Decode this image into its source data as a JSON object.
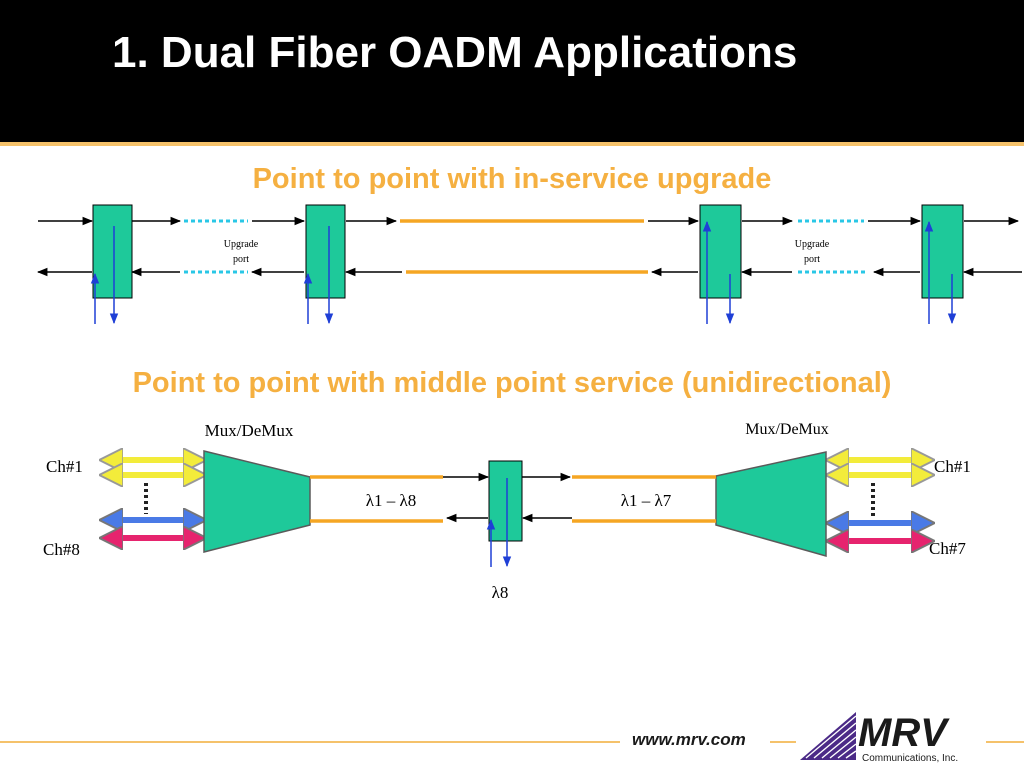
{
  "slide": {
    "title": "1.  Dual Fiber OADM Applications"
  },
  "section1": {
    "title": "Point to point with in-service upgrade",
    "upgrade_port_label_left": [
      "Upgrade",
      "port"
    ],
    "upgrade_port_label_right": [
      "Upgrade",
      "port"
    ]
  },
  "section2": {
    "title": "Point to point with middle point service (unidirectional)",
    "mux_left_label": "Mux/DeMux",
    "mux_right_label": "Mux/DeMux",
    "left_ch_top": "Ch#1",
    "left_ch_bottom": "Ch#8",
    "right_ch_top": "Ch#1",
    "right_ch_bottom": "Ch#7",
    "left_wavelengths": "λ1 – λ8",
    "right_wavelengths": "λ1 – λ7",
    "drop_wavelength": "λ8"
  },
  "footer": {
    "url": "www.mrv.com",
    "logo_text": "MRV",
    "logo_subtext": "Communications, Inc."
  },
  "colors": {
    "title_bg": "#000000",
    "accent_orange": "#f5a623",
    "subtitle_text": "#f5b041",
    "oadm_green": "#1ec99a",
    "upgrade_dotted": "#29c7e6",
    "drop_blue": "#1f3fd6",
    "channel_yellow": "#f3ec3a",
    "channel_blue": "#4a7ae6",
    "channel_pink": "#e6246e",
    "logo_purple": "#4b2a87"
  }
}
